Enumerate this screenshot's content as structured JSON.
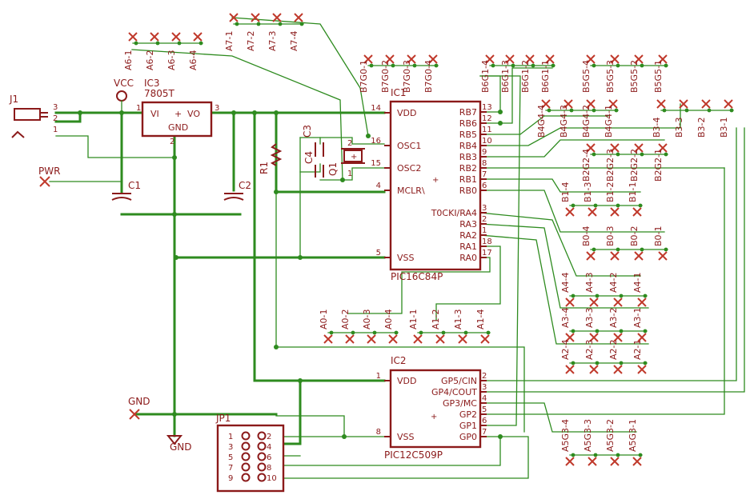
{
  "components": {
    "j1": {
      "ref": "J1",
      "pins": [
        "3",
        "2",
        "1"
      ]
    },
    "pwr": {
      "label": "PWR"
    },
    "vcc": {
      "label": "VCC"
    },
    "gnd_pin": {
      "label": "GND"
    },
    "gnd_symbol": {
      "label": "GND"
    },
    "ic3": {
      "ref": "IC3",
      "part": "7805T",
      "vi": "VI",
      "vo": "VO",
      "gnd": "GND",
      "pin_vi": "1",
      "pin_vo": "3",
      "pin_gnd": "2",
      "plus": "+"
    },
    "c1": {
      "ref": "C1"
    },
    "c2": {
      "ref": "C2"
    },
    "c3": {
      "ref": "C3"
    },
    "c4": {
      "ref": "C4"
    },
    "r1": {
      "ref": "R1"
    },
    "q1": {
      "ref": "Q1",
      "pin1": "1",
      "pin2": "2"
    },
    "ic1": {
      "ref": "IC1",
      "part": "PIC16C84P",
      "plus": "+",
      "left_pins": [
        {
          "name": "VDD",
          "num": "14"
        },
        {
          "name": "OSC1",
          "num": "16"
        },
        {
          "name": "OSC2",
          "num": "15"
        },
        {
          "name": "MCLR\\",
          "num": "4"
        },
        {
          "name": "VSS",
          "num": "5"
        }
      ],
      "right_pins": [
        {
          "name": "RB7",
          "num": "13"
        },
        {
          "name": "RB6",
          "num": "12"
        },
        {
          "name": "RB5",
          "num": "11"
        },
        {
          "name": "RB4",
          "num": "10"
        },
        {
          "name": "RB3",
          "num": "9"
        },
        {
          "name": "RB2",
          "num": "8"
        },
        {
          "name": "RB1",
          "num": "7"
        },
        {
          "name": "RB0",
          "num": "6"
        },
        {
          "name": "T0CKI/RA4",
          "num": "3"
        },
        {
          "name": "RA3",
          "num": "2"
        },
        {
          "name": "RA2",
          "num": "1"
        },
        {
          "name": "RA1",
          "num": "18"
        },
        {
          "name": "RA0",
          "num": "17"
        }
      ]
    },
    "ic2": {
      "ref": "IC2",
      "part": "PIC12C509P",
      "plus": "+",
      "left_pins": [
        {
          "name": "VDD",
          "num": "1"
        },
        {
          "name": "VSS",
          "num": "8"
        }
      ],
      "right_pins": [
        {
          "name": "GP5/CIN",
          "num": "2"
        },
        {
          "name": "GP4/COUT",
          "num": "3"
        },
        {
          "name": "GP3/MC",
          "num": "4"
        },
        {
          "name": "GP2",
          "num": "5"
        },
        {
          "name": "GP1",
          "num": "6"
        },
        {
          "name": "GP0",
          "num": "7"
        }
      ]
    },
    "jp1": {
      "ref": "JP1",
      "left": [
        "1",
        "3",
        "5",
        "7",
        "9"
      ],
      "right": [
        "2",
        "4",
        "6",
        "8",
        "10"
      ]
    }
  },
  "pad_groups": [
    {
      "id": "a7",
      "labels": [
        "A7-1",
        "A7-2",
        "A7-3",
        "A7-4"
      ]
    },
    {
      "id": "a6",
      "labels": [
        "A6-1",
        "A6-2",
        "A6-3",
        "A6-4"
      ]
    },
    {
      "id": "b7g0",
      "labels": [
        "B7G0-1",
        "B7G0-2",
        "B7G0-3",
        "B7G0-4"
      ]
    },
    {
      "id": "b6g1",
      "labels": [
        "B6G1-4",
        "B6G1-3",
        "B6G1-2",
        "B6G1-1"
      ]
    },
    {
      "id": "b5g5",
      "labels": [
        "B5G5-4",
        "B5G5-3",
        "B5G5-2",
        "B5G5-1"
      ]
    },
    {
      "id": "b4g4",
      "labels": [
        "B4G4-4",
        "B4G4-3",
        "B4G4-2",
        "B4G4-1"
      ]
    },
    {
      "id": "b3",
      "labels": [
        "B3-4",
        "B3-3",
        "B3-2",
        "B3-1"
      ]
    },
    {
      "id": "b2g2",
      "labels": [
        "B2G2-4",
        "B2G2-3",
        "B2G2-2",
        "B2G2-1"
      ]
    },
    {
      "id": "b1",
      "labels": [
        "B1-4",
        "B1-3",
        "B1-2",
        "B1-1"
      ]
    },
    {
      "id": "b0",
      "labels": [
        "B0-4",
        "B0-3",
        "B0-2",
        "B0-1"
      ]
    },
    {
      "id": "a4",
      "labels": [
        "A4-4",
        "A4-3",
        "A4-2",
        "A4-1"
      ]
    },
    {
      "id": "a3",
      "labels": [
        "A3-4",
        "A3-3",
        "A3-2",
        "A3-1"
      ]
    },
    {
      "id": "a2",
      "labels": [
        "A2-4",
        "A2-3",
        "A2-2",
        "A2-1"
      ]
    },
    {
      "id": "a0",
      "labels": [
        "A0-1",
        "A0-2",
        "A0-3",
        "A0-4"
      ]
    },
    {
      "id": "a1",
      "labels": [
        "A1-1",
        "A1-2",
        "A1-3",
        "A1-4"
      ]
    },
    {
      "id": "a5g3",
      "labels": [
        "A5G3-4",
        "A5G3-3",
        "A5G3-2",
        "A5G3-1"
      ]
    }
  ],
  "colors": {
    "wire": "#2e8b1f",
    "symbol": "#8b1a1a",
    "pad_mark": "#c0392b"
  }
}
